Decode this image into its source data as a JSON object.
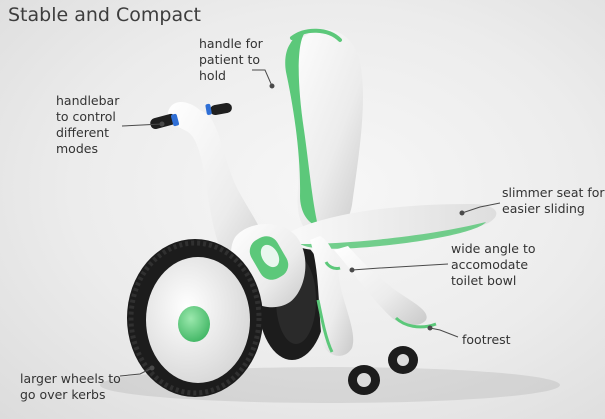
{
  "title": "Stable and Compact",
  "annotations": {
    "handle": "handle for\npatient to\nhold",
    "handlebar": "handlebar\nto control\ndifferent\nmodes",
    "seat": "slimmer seat for\neasier sliding",
    "angle": "wide angle to\naccomodate\ntoilet bowl",
    "footrest": "footrest",
    "wheels": "larger wheels to\ngo over kerbs"
  },
  "colors": {
    "accent_green": "#5cc87a",
    "body_white": "#f4f4f4",
    "tire_black": "#1c1c1c",
    "grip_blue": "#2f6fd6"
  }
}
